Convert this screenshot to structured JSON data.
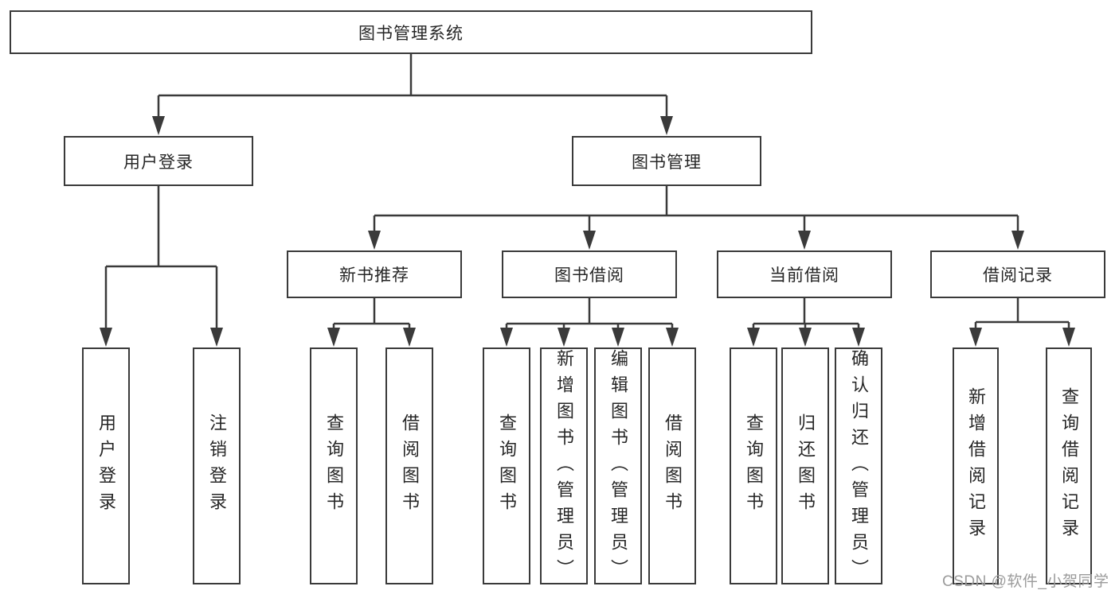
{
  "diagram": {
    "type": "hierarchy-diagram",
    "colors": {
      "line": "#3a3a3a",
      "box_border": "#3a3a3a",
      "box_fill": "#ffffff",
      "text": "#262626",
      "background": "#ffffff",
      "watermark_text_color": "#9b9b9b"
    },
    "tree": {
      "label": "图书管理系统",
      "children": [
        {
          "label": "用户登录",
          "children": [
            {
              "label": "用户登录"
            },
            {
              "label": "注销登录"
            }
          ]
        },
        {
          "label": "图书管理",
          "children": [
            {
              "label": "新书推荐",
              "children": [
                {
                  "label": "查询图书"
                },
                {
                  "label": "借阅图书"
                }
              ]
            },
            {
              "label": "图书借阅",
              "children": [
                {
                  "label": "查询图书"
                },
                {
                  "label": "新增图书（管理员）"
                },
                {
                  "label": "编辑图书（管理员）"
                },
                {
                  "label": "借阅图书"
                }
              ]
            },
            {
              "label": "当前借阅",
              "children": [
                {
                  "label": "查询图书"
                },
                {
                  "label": "归还图书"
                },
                {
                  "label": "确认归还（管理员）"
                }
              ]
            },
            {
              "label": "借阅记录",
              "children": [
                {
                  "label": "新增借阅记录"
                },
                {
                  "label": "查询借阅记录"
                }
              ]
            }
          ]
        }
      ]
    },
    "watermark": {
      "text": "CSDN @软件_小贺同学"
    }
  }
}
